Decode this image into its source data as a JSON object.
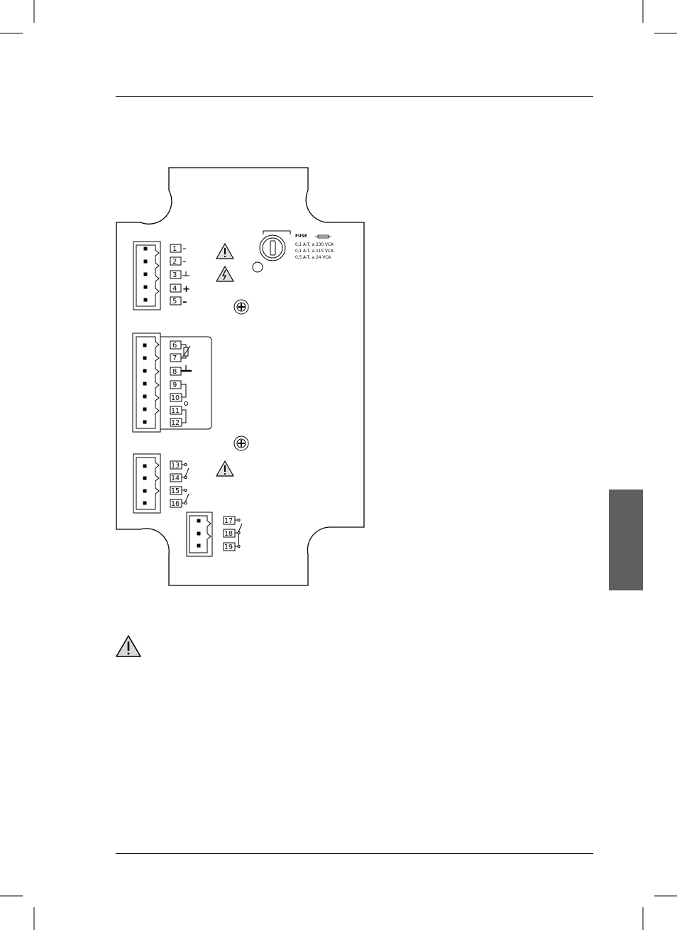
{
  "fuse": {
    "title": "FUSE",
    "ratings": [
      "0,1  A-T,  a 230 VCA",
      "0,1  A-T,  a 115 VCA",
      "0,5  A-T,  a   24 VCA"
    ]
  },
  "terminals": {
    "t1": "1",
    "t2": "2",
    "t3": "3",
    "t4": "4",
    "t5": "5",
    "t6": "6",
    "t7": "7",
    "t8": "8",
    "t9": "9",
    "t10": "10",
    "t11": "11",
    "t12": "12",
    "t13": "13",
    "t14": "14",
    "t15": "15",
    "t16": "16",
    "t17": "17",
    "t18": "18",
    "t19": "19"
  },
  "symbols": {
    "power_plus": "+",
    "power_minus": "–"
  },
  "icons": {
    "warning": "warning-triangle-icon",
    "high_voltage": "high-voltage-triangle-icon",
    "screw": "screw-icon",
    "side_tab_color": "#5e5e5e"
  }
}
